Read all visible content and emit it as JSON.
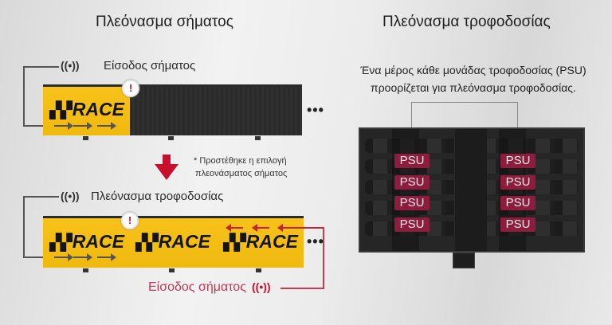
{
  "left": {
    "title": "Πλεόνασμα σήματος",
    "top_diagram": {
      "signal_label": "Είσοδος σήματος",
      "signal_icon": "wireless-signal-icon",
      "logo": "RACE",
      "alert_icon": "!",
      "more": "•••"
    },
    "note": {
      "line1": "* Προστέθηκε η επιλογή",
      "line2": "πλεονάσματος σήματος"
    },
    "bottom_diagram": {
      "signal_label": "Πλεόνασμα τροφοδοσίας",
      "signal_icon": "wireless-signal-icon",
      "logos": [
        "RACE",
        "RACE",
        "RACE"
      ],
      "alert_icon": "!",
      "more": "•••",
      "backup_signal_label": "Είσοδος σήματος"
    }
  },
  "right": {
    "title": "Πλεόνασμα τροφοδοσίας",
    "description": {
      "line1": "Ένα μέρος κάθε μονάδας τροφοδοσίας (PSU)",
      "line2": "προορίζεται για πλεόνασμα τροφοδοσίας."
    },
    "psu_labels": [
      "PSU",
      "PSU",
      "PSU",
      "PSU",
      "PSU",
      "PSU",
      "PSU",
      "PSU"
    ]
  },
  "signal_glyph": "((•))",
  "checker_glyph": "▞▞",
  "colors": {
    "yellow": "#f5bd14",
    "accent_red": "#c8102e",
    "psu_red": "#8e1d3d",
    "dark_panel": "#2a2a2a"
  }
}
